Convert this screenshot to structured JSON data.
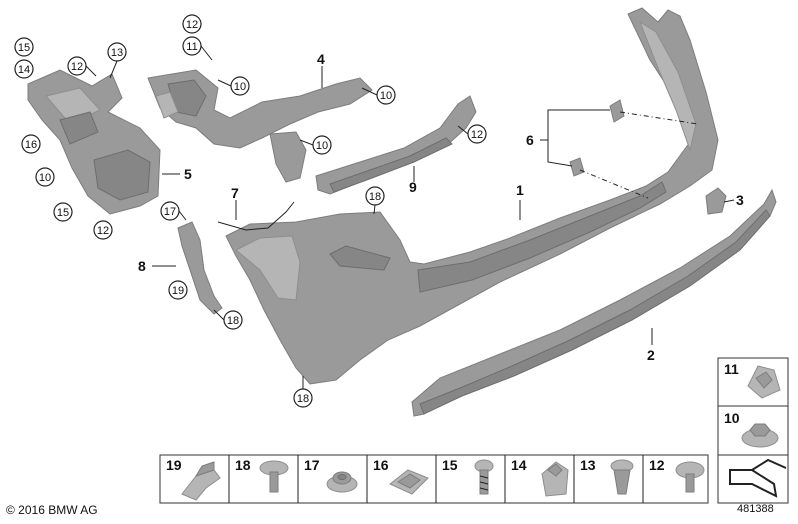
{
  "main_labels": [
    {
      "id": "1",
      "text": "1"
    },
    {
      "id": "2",
      "text": "2"
    },
    {
      "id": "3",
      "text": "3"
    },
    {
      "id": "4",
      "text": "4"
    },
    {
      "id": "5",
      "text": "5"
    },
    {
      "id": "6",
      "text": "6"
    },
    {
      "id": "7",
      "text": "7"
    },
    {
      "id": "8",
      "text": "8"
    },
    {
      "id": "9",
      "text": "9"
    }
  ],
  "callouts": [
    {
      "id": "c15a",
      "text": "15"
    },
    {
      "id": "c14a",
      "text": "14"
    },
    {
      "id": "c12a",
      "text": "12"
    },
    {
      "id": "c13a",
      "text": "13"
    },
    {
      "id": "c16a",
      "text": "16"
    },
    {
      "id": "c10a",
      "text": "10"
    },
    {
      "id": "c15b",
      "text": "15"
    },
    {
      "id": "c12b",
      "text": "12"
    },
    {
      "id": "c12c",
      "text": "12"
    },
    {
      "id": "c11a",
      "text": "11"
    },
    {
      "id": "c10b",
      "text": "10"
    },
    {
      "id": "c10c",
      "text": "10"
    },
    {
      "id": "c10d",
      "text": "10"
    },
    {
      "id": "c12d",
      "text": "12"
    },
    {
      "id": "c18a",
      "text": "18"
    },
    {
      "id": "c17a",
      "text": "17"
    },
    {
      "id": "c19a",
      "text": "19"
    },
    {
      "id": "c18b",
      "text": "18"
    },
    {
      "id": "c18c",
      "text": "18"
    }
  ],
  "fastener_table": [
    {
      "number": "19",
      "icon": "bracket-clip-icon"
    },
    {
      "number": "18",
      "icon": "push-rivet-icon"
    },
    {
      "number": "17",
      "icon": "flange-nut-icon"
    },
    {
      "number": "16",
      "icon": "spring-nut-icon"
    },
    {
      "number": "15",
      "icon": "screw-icon"
    },
    {
      "number": "14",
      "icon": "plastic-nut-icon"
    },
    {
      "number": "13",
      "icon": "expanding-rivet-icon"
    },
    {
      "number": "12",
      "icon": "expanding-rivet-large-icon"
    }
  ],
  "side_table": [
    {
      "number": "11",
      "icon": "clip-nut-icon"
    },
    {
      "number": "10",
      "icon": "hex-collar-nut-icon"
    },
    {
      "number": "",
      "icon": "arrow-symbol-icon"
    }
  ],
  "footer": {
    "copyright": "© 2016 BMW AG",
    "diagram_id": "481388"
  },
  "colors": {
    "part_fill": "#9a9a9a",
    "line": "#222222",
    "background": "#ffffff"
  }
}
